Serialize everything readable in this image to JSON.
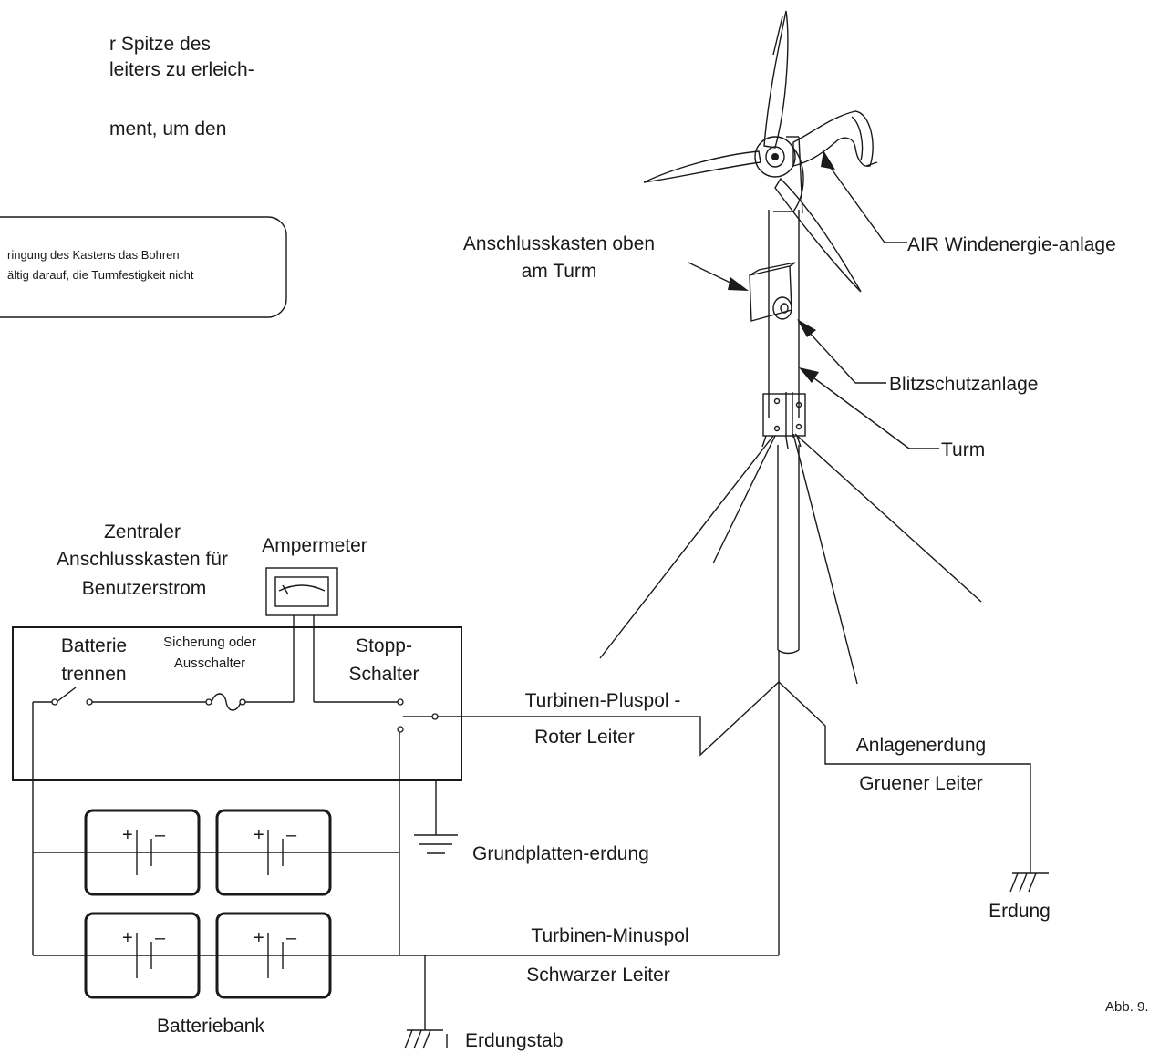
{
  "intro_lines": [
    "r Spitze des",
    "leiters zu erleich-",
    "ment, um den"
  ],
  "note_lines": [
    "ringung des Kastens das Bohren",
    "ältig darauf, die Turmfestigkeit nicht"
  ],
  "labels": {
    "turbine": "AIR Windenergie-anlage",
    "tower_box_1": "Anschlusskasten oben",
    "tower_box_2": "am Turm",
    "lightning": "Blitzschutzanlage",
    "tower": "Turm",
    "central_box_1": "Zentraler",
    "central_box_2": "Anschlusskasten für",
    "central_box_3": "Benutzerstrom",
    "ammeter": "Ampermeter",
    "battery_disconnect_1": "Batterie",
    "battery_disconnect_2": "trennen",
    "fuse_1": "Sicherung oder",
    "fuse_2": "Ausschalter",
    "stop_switch_1": "Stopp-",
    "stop_switch_2": "Schalter",
    "plus_line_1": "Turbinen-Pluspol -",
    "plus_line_2": "Roter Leiter",
    "system_ground_1": "Anlagenerdung",
    "system_ground_2": "Gruener Leiter",
    "plate_ground": "Grundplatten-erdung",
    "earth": "Erdung",
    "minus_line_1": "Turbinen-Minuspol",
    "minus_line_2": "Schwarzer Leiter",
    "battery_bank": "Batteriebank",
    "ground_rod": "Erdungstab",
    "figure": "Abb. 9."
  },
  "battery_symbols": {
    "plus": "+",
    "minus": "–"
  }
}
